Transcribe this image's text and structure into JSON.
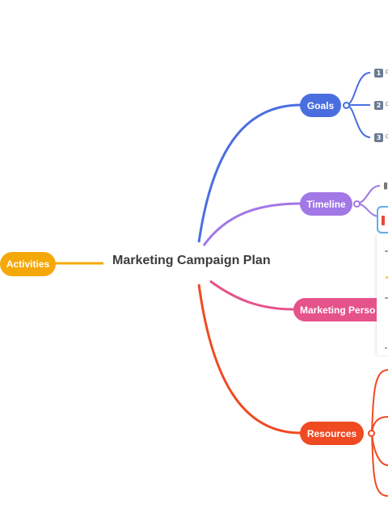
{
  "central_topic": "Marketing Campaign Plan",
  "branches": {
    "activities": {
      "label": "Activities",
      "color": "#f5a80a"
    },
    "goals": {
      "label": "Goals",
      "color": "#4a6ee0",
      "subitems": [
        "1",
        "2",
        "3"
      ]
    },
    "timeline": {
      "label": "Timeline",
      "color": "#a277e6"
    },
    "marketing_persona": {
      "label": "Marketing Perso",
      "color": "#e6528a"
    },
    "resources": {
      "label": "Resources",
      "color": "#f04a22"
    }
  },
  "popup_accent": "#5fb0e6"
}
